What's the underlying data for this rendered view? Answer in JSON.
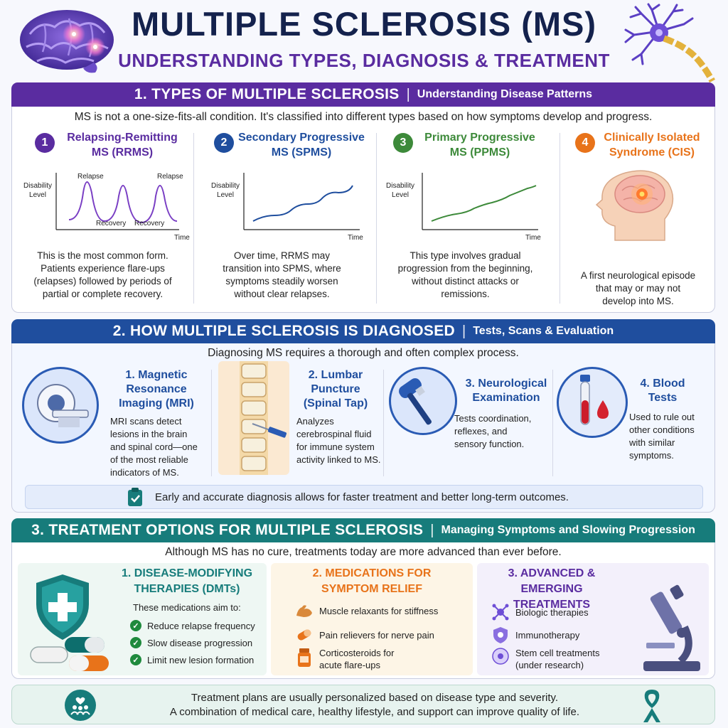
{
  "header": {
    "title": "MULTIPLE SCLEROSIS (MS)",
    "subtitle": "UNDERSTANDING TYPES, DIAGNOSIS & TREATMENT"
  },
  "colors": {
    "purple": "#5a2ca0",
    "blue": "#1f4e9e",
    "green": "#3d8a3a",
    "orange": "#e8731a",
    "teal": "#177c7b",
    "navy": "#14224d"
  },
  "types": {
    "header": "1. TYPES OF MULTIPLE SCLEROSIS",
    "header_sub": "Understanding Disease Patterns",
    "intro": "MS is not a one-size-fits-all condition. It's classified into different types based on how symptoms develop and progress.",
    "items": [
      {
        "num": "1",
        "title1": "Relapsing-Remitting",
        "title2": "MS (RRMS)",
        "y_label1": "Disability",
        "y_label2": "Level",
        "x_label": "Time",
        "relapse": "Relapse",
        "recovery": "Recovery",
        "desc": [
          "This is the most common form.",
          "Patients experience flare-ups",
          "(relapses) followed by periods of",
          "partial or complete recovery."
        ]
      },
      {
        "num": "2",
        "title1": "Secondary Progressive",
        "title2": "MS (SPMS)",
        "y_label1": "Disability",
        "y_label2": "Level",
        "x_label": "Time",
        "desc": [
          "Over time, RRMS may",
          "transition into SPMS, where",
          "symptoms steadily worsen",
          "without clear relapses."
        ]
      },
      {
        "num": "3",
        "title1": "Primary Progressive",
        "title2": "MS (PPMS)",
        "y_label1": "Disability",
        "y_label2": "Level",
        "x_label": "Time",
        "desc": [
          "This type involves gradual",
          "progression from the beginning,",
          "without distinct attacks or",
          "remissions."
        ]
      },
      {
        "num": "4",
        "title1": "Clinically Isolated",
        "title2": "Syndrome (CIS)",
        "desc": [
          "A first neurological episode",
          "that may or may not",
          "develop into MS."
        ]
      }
    ]
  },
  "diagnosis": {
    "header": "2. HOW MULTIPLE SCLEROSIS IS DIAGNOSED",
    "header_sub": "Tests, Scans & Evaluation",
    "intro": "Diagnosing MS requires a thorough and often complex process.",
    "items": [
      {
        "title": [
          "1. Magnetic",
          "Resonance",
          "Imaging (MRI)"
        ],
        "text": [
          "MRI scans detect",
          "lesions in the brain",
          "and spinal cord—one",
          "of the most reliable",
          "indicators of MS."
        ],
        "icon": "mri-scanner-icon"
      },
      {
        "title": [
          "2. Lumbar",
          "Puncture",
          "(Spinal Tap)"
        ],
        "text": [
          "Analyzes",
          "cerebrospinal fluid",
          "for immune system",
          "activity linked to MS."
        ],
        "icon": "spine-needle-icon"
      },
      {
        "title": [
          "3. Neurological",
          "Examination"
        ],
        "text": [
          "Tests coordination,",
          "reflexes, and",
          "sensory function."
        ],
        "icon": "reflex-hammer-icon"
      },
      {
        "title": [
          "4. Blood",
          "Tests"
        ],
        "text": [
          "Used to rule out",
          "other conditions",
          "with similar",
          "symptoms."
        ],
        "icon": "blood-tube-icon"
      }
    ],
    "note": "Early and accurate diagnosis allows for faster treatment and better long-term outcomes."
  },
  "treatment": {
    "header": "3. TREATMENT OPTIONS FOR MULTIPLE SCLEROSIS",
    "header_sub": "Managing Symptoms and Slowing Progression",
    "intro": "Although MS has no cure, treatments today are more advanced than ever before.",
    "dmt": {
      "title": [
        "1. DISEASE-MODIFYING",
        "THERAPIES (DMTs)"
      ],
      "lead": "These medications aim to:",
      "items": [
        "Reduce relapse frequency",
        "Slow disease progression",
        "Limit new lesion formation"
      ]
    },
    "symptom": {
      "title": [
        "2. MEDICATIONS FOR",
        "SYMPTOM RELIEF"
      ],
      "items": [
        {
          "text": [
            "Muscle relaxants for stiffness"
          ],
          "icon": "muscle-arm-icon"
        },
        {
          "text": [
            "Pain relievers for nerve pain"
          ],
          "icon": "capsule-icon"
        },
        {
          "text": [
            "Corticosteroids for",
            "acute flare-ups"
          ],
          "icon": "pill-bottle-icon"
        }
      ]
    },
    "advanced": {
      "title": [
        "3. ADVANCED & EMERGING",
        "TREATMENTS"
      ],
      "items": [
        {
          "text": [
            "Biologic therapies"
          ],
          "icon": "molecule-icon"
        },
        {
          "text": [
            "Immunotherapy"
          ],
          "icon": "immune-shield-icon"
        },
        {
          "text": [
            "Stem cell treatments",
            "(under research)"
          ],
          "icon": "stem-cell-icon"
        }
      ]
    }
  },
  "footer": {
    "line1": "Treatment plans are usually personalized based on disease type and severity.",
    "line2": "A combination of medical care, healthy lifestyle, and support can improve quality of life."
  }
}
